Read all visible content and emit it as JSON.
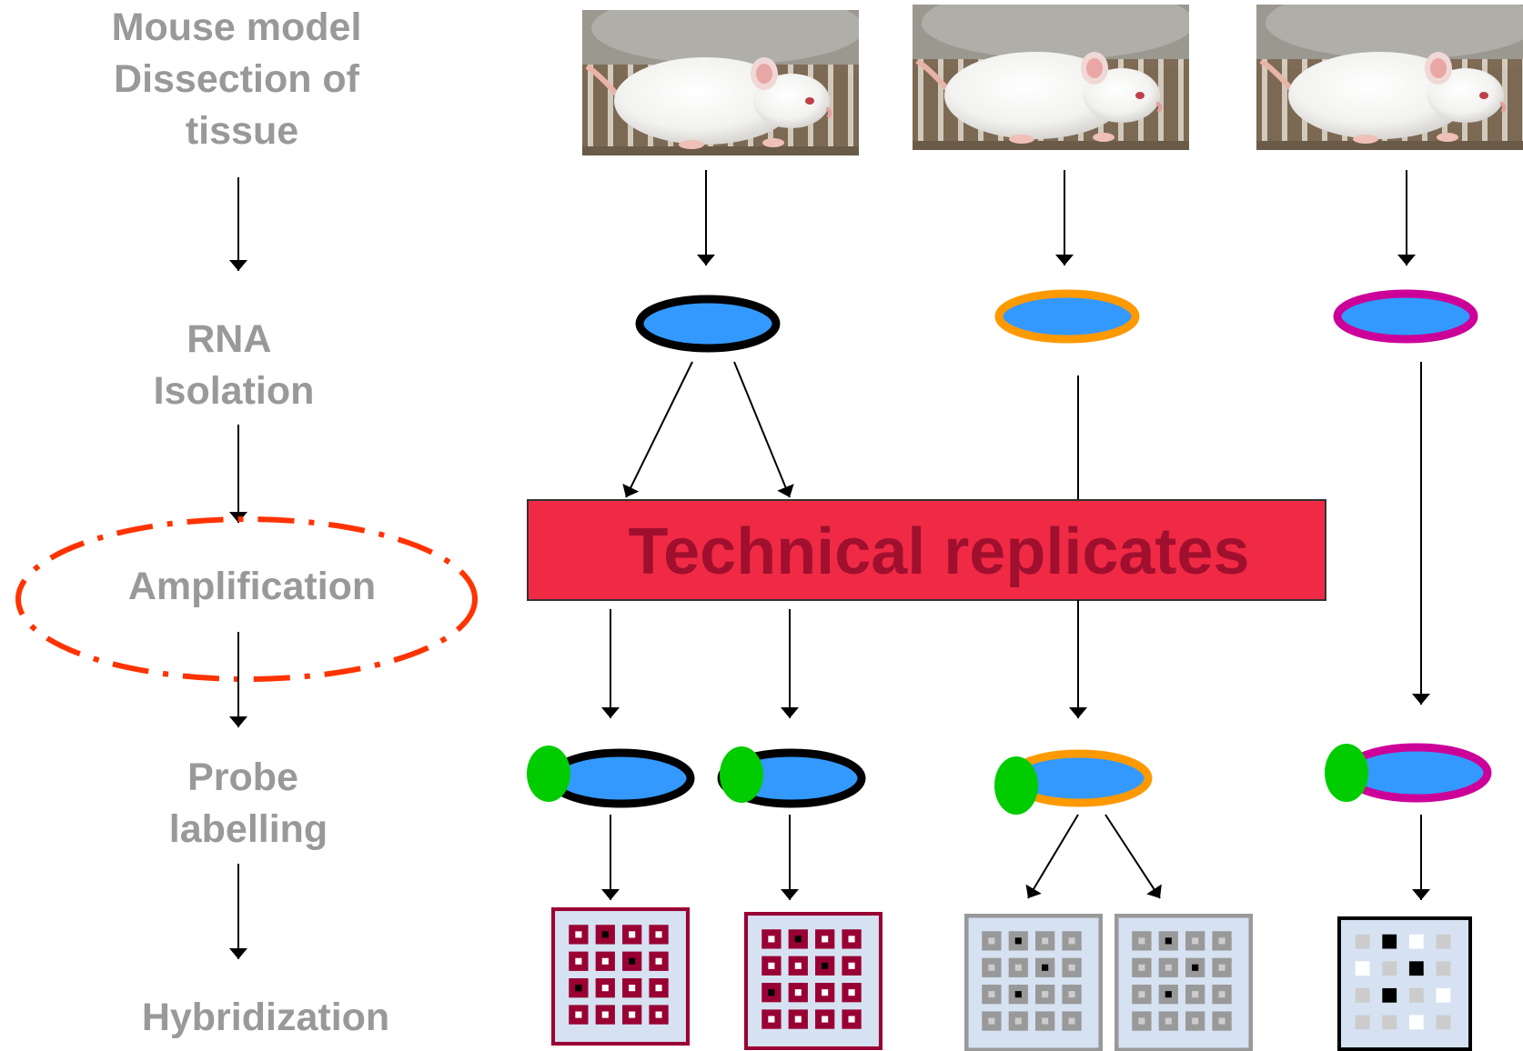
{
  "steps": {
    "dissection": [
      "Mouse model",
      "Dissection of",
      "tissue"
    ],
    "rna": [
      "RNA",
      "Isolation"
    ],
    "amplification": "Amplification",
    "labelling": [
      "Probe",
      "labelling"
    ],
    "hybridization": "Hybridization"
  },
  "banner": {
    "text": "Technical replicates"
  },
  "colors": {
    "label_gray": "#999999",
    "banner_fill": "#f02a45",
    "banner_text": "#a0102e",
    "sample_blue": "#3399ff",
    "ring_black": "#000000",
    "ring_orange": "#ff9900",
    "ring_magenta": "#cc0099",
    "label_green": "#00cc00",
    "highlight_dashed": "#ff3300",
    "array_maroon": "#990033",
    "array_gray": "#999999"
  },
  "icons": {
    "mouse": "mouse-photo-icon",
    "rna": "rna-sample-icon",
    "probe": "labelled-probe-icon",
    "array": "microarray-icon"
  }
}
